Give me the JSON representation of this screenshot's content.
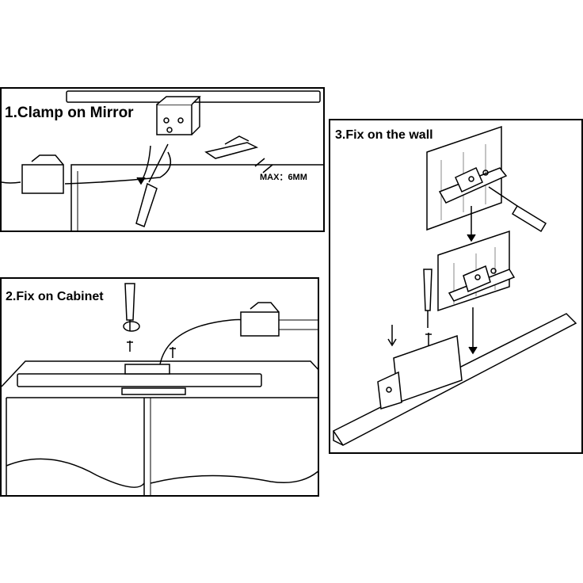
{
  "panels": [
    {
      "title": "1.Clamp on Mirror",
      "annotation": "MAX：6MM"
    },
    {
      "title": "2.Fix on Cabinet"
    },
    {
      "title": "3.Fix on the wall"
    }
  ],
  "colors": {
    "line": "#000000",
    "background": "#ffffff",
    "grey": "#cccccc"
  }
}
